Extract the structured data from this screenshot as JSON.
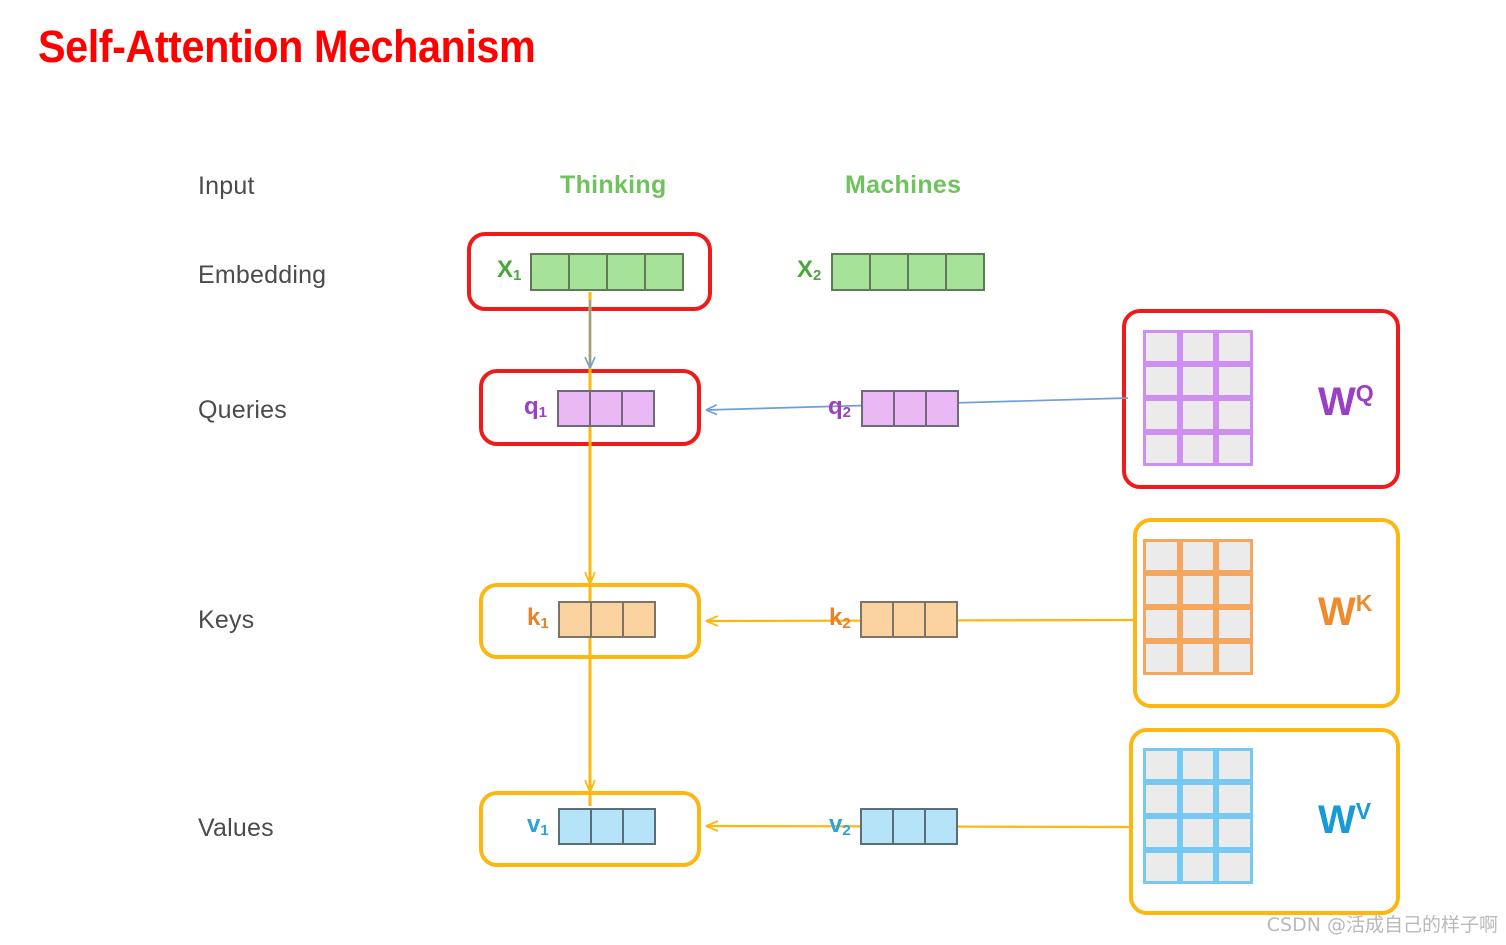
{
  "title": "Self-Attention Mechanism",
  "title_color": "#ff0000",
  "row_labels": [
    {
      "key": "input",
      "text": "Input"
    },
    {
      "key": "embedding",
      "text": "Embedding"
    },
    {
      "key": "queries",
      "text": "Queries"
    },
    {
      "key": "keys",
      "text": "Keys"
    },
    {
      "key": "values",
      "text": "Values"
    }
  ],
  "words": [
    {
      "text": "Thinking",
      "color": "#6ec35c"
    },
    {
      "text": "Machines",
      "color": "#6ec35c"
    }
  ],
  "vectors": {
    "x1": {
      "symbol": "X",
      "index": "1",
      "cells": 4,
      "color": "#a6e398",
      "label_color": "#4aa83a"
    },
    "x2": {
      "symbol": "X",
      "index": "2",
      "cells": 4,
      "color": "#a6e398",
      "label_color": "#4aa83a"
    },
    "q1": {
      "symbol": "q",
      "index": "1",
      "cells": 3,
      "color": "#eab8f5",
      "label_color": "#9b3fc4"
    },
    "q2": {
      "symbol": "q",
      "index": "2",
      "cells": 3,
      "color": "#eab8f5",
      "label_color": "#9b3fc4"
    },
    "k1": {
      "symbol": "k",
      "index": "1",
      "cells": 3,
      "color": "#fbd3a0",
      "label_color": "#e8812c"
    },
    "k2": {
      "symbol": "k",
      "index": "2",
      "cells": 3,
      "color": "#fbd3a0",
      "label_color": "#e8812c"
    },
    "v1": {
      "symbol": "v",
      "index": "1",
      "cells": 3,
      "color": "#b5e4f8",
      "label_color": "#2aa3d8"
    },
    "v2": {
      "symbol": "v",
      "index": "2",
      "cells": 3,
      "color": "#b5e4f8",
      "label_color": "#2aa3d8"
    }
  },
  "weight_matrices": [
    {
      "key": "wq",
      "symbol": "W",
      "superscript": "Q",
      "rows": 4,
      "cols": 3,
      "grid_color": "#cf8ef2",
      "label_color": "#9b3fc4",
      "highlight": "#ef1b1b"
    },
    {
      "key": "wk",
      "symbol": "W",
      "superscript": "K",
      "rows": 4,
      "cols": 3,
      "grid_color": "#f4a85f",
      "label_color": "#ef8b2c",
      "highlight": "#fcb713"
    },
    {
      "key": "wv",
      "symbol": "W",
      "superscript": "V",
      "rows": 4,
      "cols": 3,
      "grid_color": "#76c9f2",
      "label_color": "#189ad6",
      "highlight": "#fcb713"
    }
  ],
  "highlights": [
    {
      "key": "embedding-x1",
      "color": "#ef1b1b"
    },
    {
      "key": "queries-q1",
      "color": "#ef1b1b"
    },
    {
      "key": "keys-k1",
      "color": "#fcb713"
    },
    {
      "key": "values-v1",
      "color": "#fcb713"
    },
    {
      "key": "wq-box",
      "color": "#ef1b1b"
    },
    {
      "key": "wk-box",
      "color": "#fcb713"
    },
    {
      "key": "wv-box",
      "color": "#fcb713"
    }
  ],
  "arrows": {
    "vertical_flow_color": "#fcb713",
    "query_arrow_color": "#6f9fd8",
    "key_arrow_color": "#fcb713",
    "value_arrow_color": "#fcb713"
  },
  "watermark": "CSDN @活成自己的样子啊"
}
